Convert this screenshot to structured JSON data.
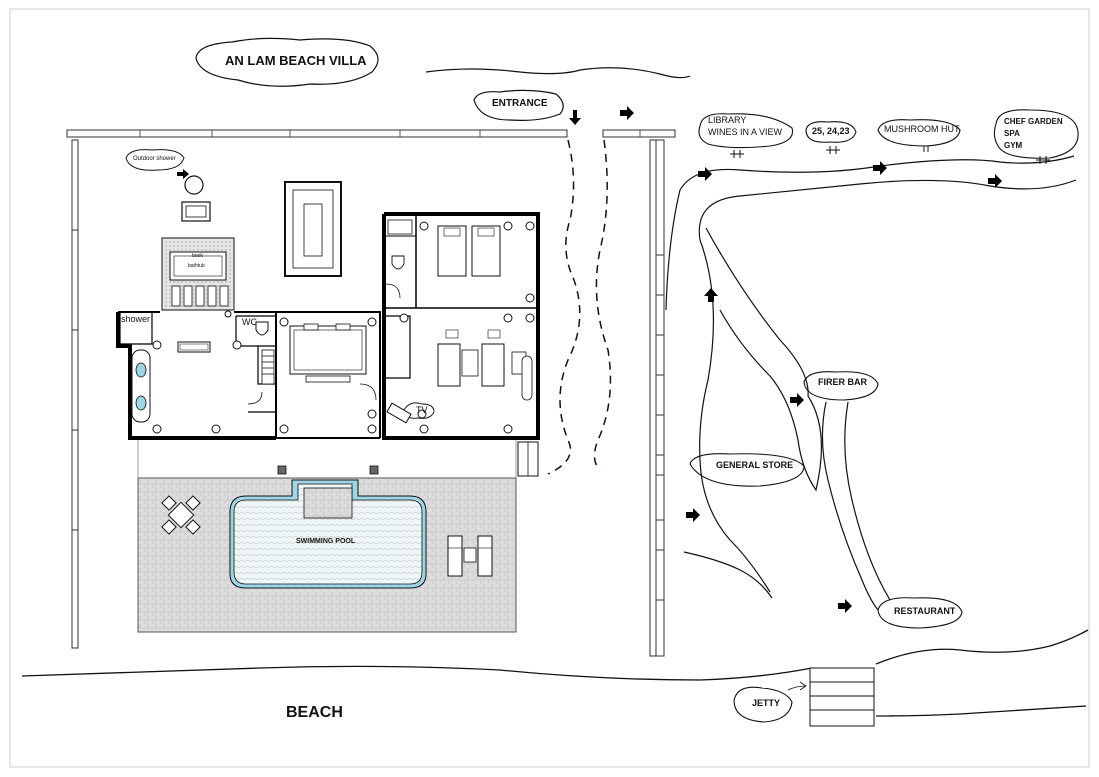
{
  "map": {
    "title": "AN LAM BEACH VILLA",
    "entrance": "ENTRANCE",
    "beach": "BEACH",
    "villa": {
      "outdoor_shower": "Outdoor shower",
      "shower": "shower",
      "wc": "WC",
      "tv": "TV",
      "swimming_pool": "SWIMMING POOL",
      "bath_top": "book",
      "bath_bottom": "bathtub"
    },
    "places": {
      "library": [
        "LIBRARY",
        "WINES IN A VIEW"
      ],
      "villas": "25, 24,23",
      "mushroom_hut": "MUSHROOM HUT",
      "chef_garden": [
        "CHEF GARDEN",
        "SPA",
        "GYM"
      ],
      "firer_bar": "FIRER BAR",
      "general_store": "GENERAL STORE",
      "restaurant": "RESTAURANT",
      "jetty": "JETTY"
    },
    "colors": {
      "line": "#111111",
      "pool_water": "#9fd6e6",
      "deck": "#d9d9d9",
      "wall": "#000000"
    }
  }
}
